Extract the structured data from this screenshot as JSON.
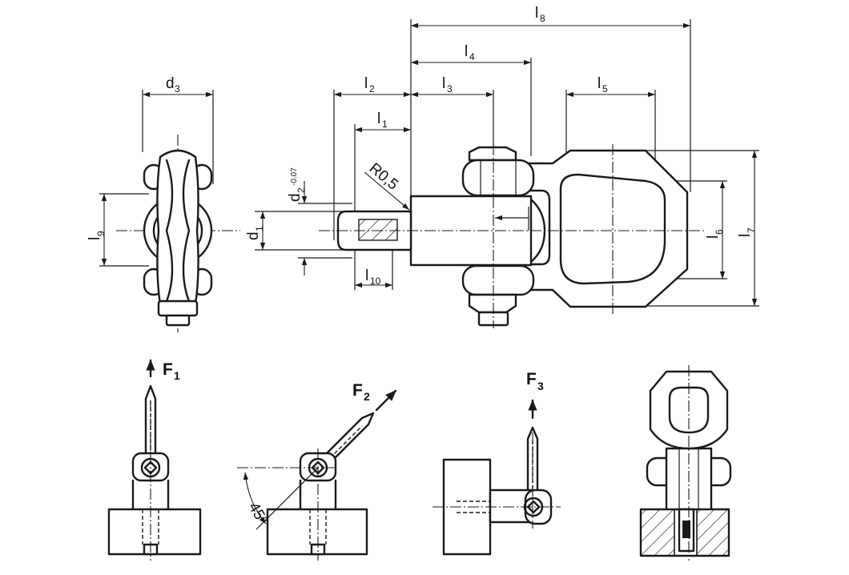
{
  "dimensions": {
    "d1": {
      "main": "d",
      "sub": "1"
    },
    "d2": {
      "main": "d",
      "sub": "2",
      "tolerance": "-0.07"
    },
    "d3": {
      "main": "d",
      "sub": "3"
    },
    "l1": {
      "main": "l",
      "sub": "1"
    },
    "l2": {
      "main": "l",
      "sub": "2"
    },
    "l3": {
      "main": "l",
      "sub": "3"
    },
    "l4": {
      "main": "l",
      "sub": "4"
    },
    "l5": {
      "main": "l",
      "sub": "5"
    },
    "l6": {
      "main": "l",
      "sub": "6"
    },
    "l7": {
      "main": "l",
      "sub": "7"
    },
    "l8": {
      "main": "l",
      "sub": "8"
    },
    "l9": {
      "main": "l",
      "sub": "9"
    },
    "l10": {
      "main": "l",
      "sub": "10"
    }
  },
  "radius_label": "R0,5",
  "loads": {
    "f1": {
      "main": "F",
      "sub": "1"
    },
    "f2": {
      "main": "F",
      "sub": "2"
    },
    "f3": {
      "main": "F",
      "sub": "3"
    }
  },
  "angle_label": "45°",
  "colors": {
    "line": "#1a1a1a",
    "background": "#ffffff"
  }
}
